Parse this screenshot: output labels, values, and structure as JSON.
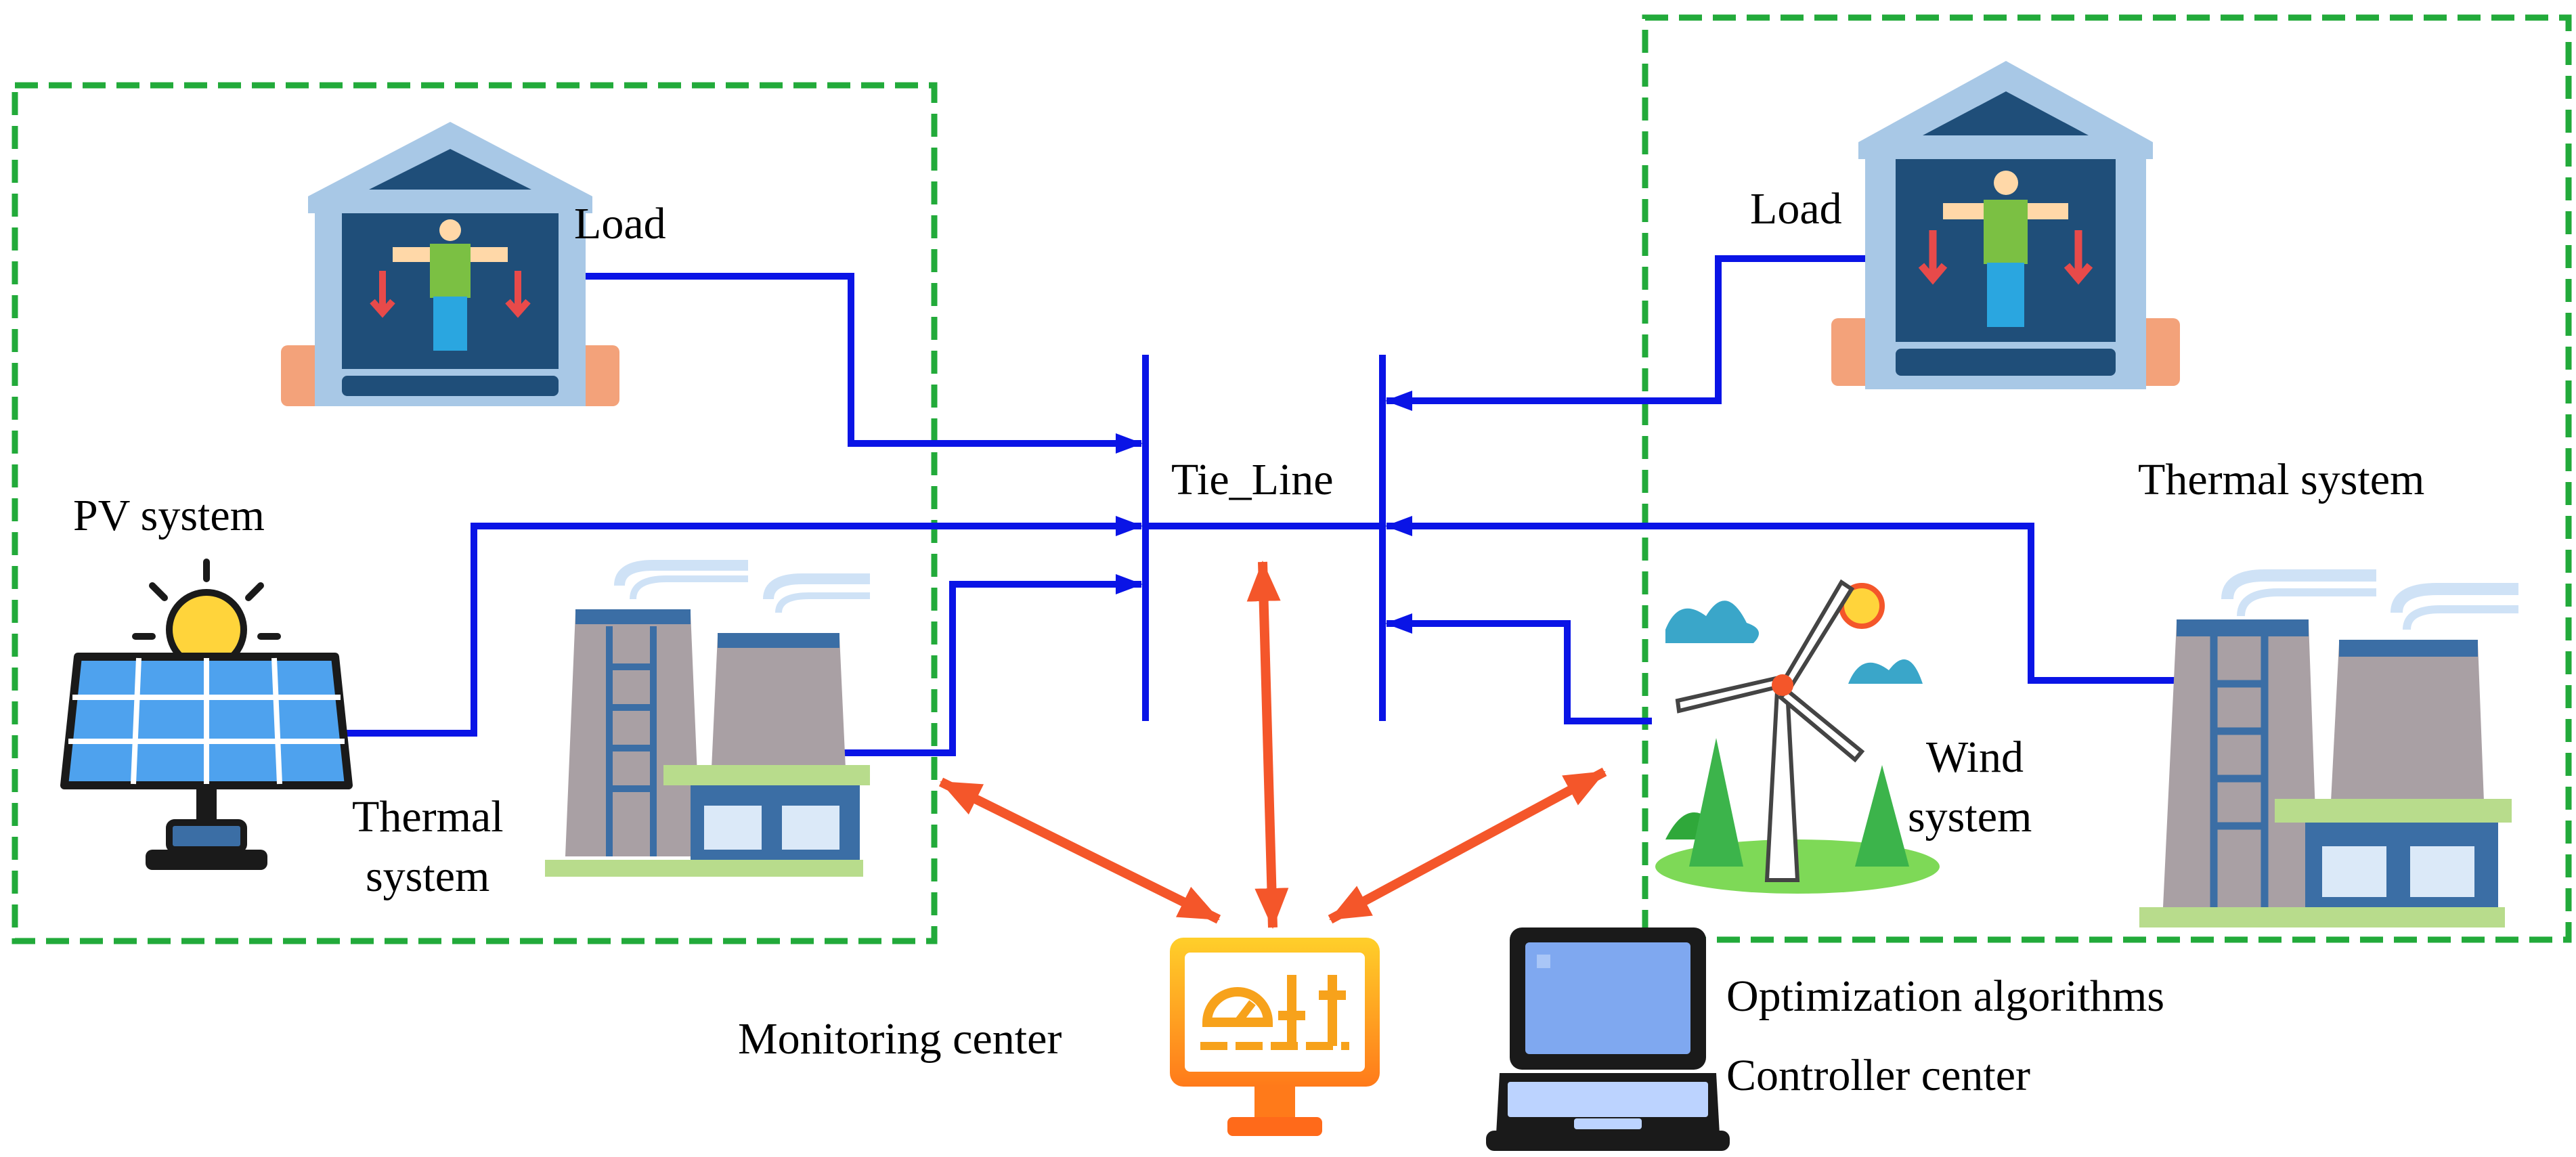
{
  "labels": {
    "load_left": "Load",
    "load_right": "Load",
    "pv_system": "PV system",
    "thermal_left_line1": "Thermal",
    "thermal_left_line2": "system",
    "tie_line": "Tie_Line",
    "thermal_right": "Thermal system",
    "wind_line1": "Wind",
    "wind_line2": "system",
    "monitoring_center": "Monitoring center",
    "optimization_algorithms": "Optimization algorithms",
    "controller_center": "Controller center"
  },
  "colors": {
    "power_line": "#0a14e6",
    "control_arrow": "#f4562a",
    "area_border": "#22aa3a",
    "text": "#000000"
  },
  "icons": [
    "house-load-icon",
    "solar-panel-icon",
    "thermal-plant-icon",
    "wind-turbine-icon",
    "monitor-icon",
    "laptop-icon"
  ]
}
